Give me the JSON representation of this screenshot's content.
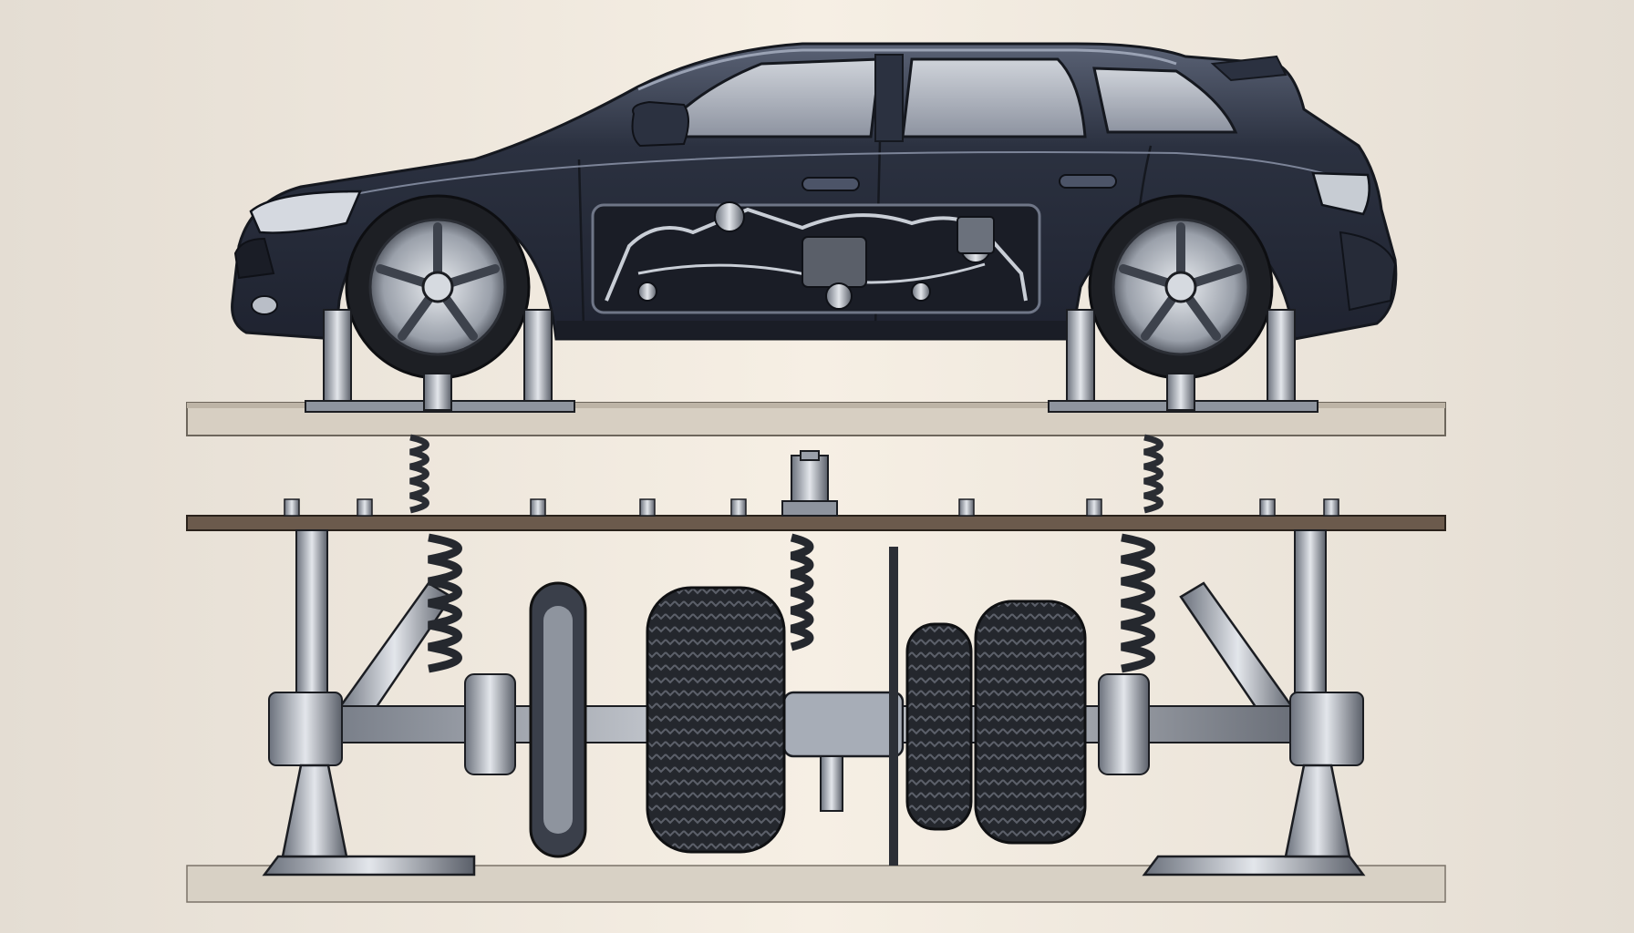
{
  "scene": {
    "colors": {
      "background": "#f3ece1",
      "car_body": "#2b3140",
      "car_highlight": "#8a93a6",
      "chrome": "#c9ced6",
      "steel_dark": "#3a3f4a",
      "tire": "#1d1f24",
      "wood_beam": "#6b5a4c",
      "ground": "#d9d2c6"
    },
    "objects": [
      "station-wagon-car",
      "front-wheel",
      "rear-wheel",
      "under-body-mechanism",
      "upper-ground-platform",
      "wooden-beam",
      "coil-springs",
      "control-arms",
      "axle-assembly",
      "brake-rotor",
      "tires",
      "lower-ground-platform"
    ]
  }
}
